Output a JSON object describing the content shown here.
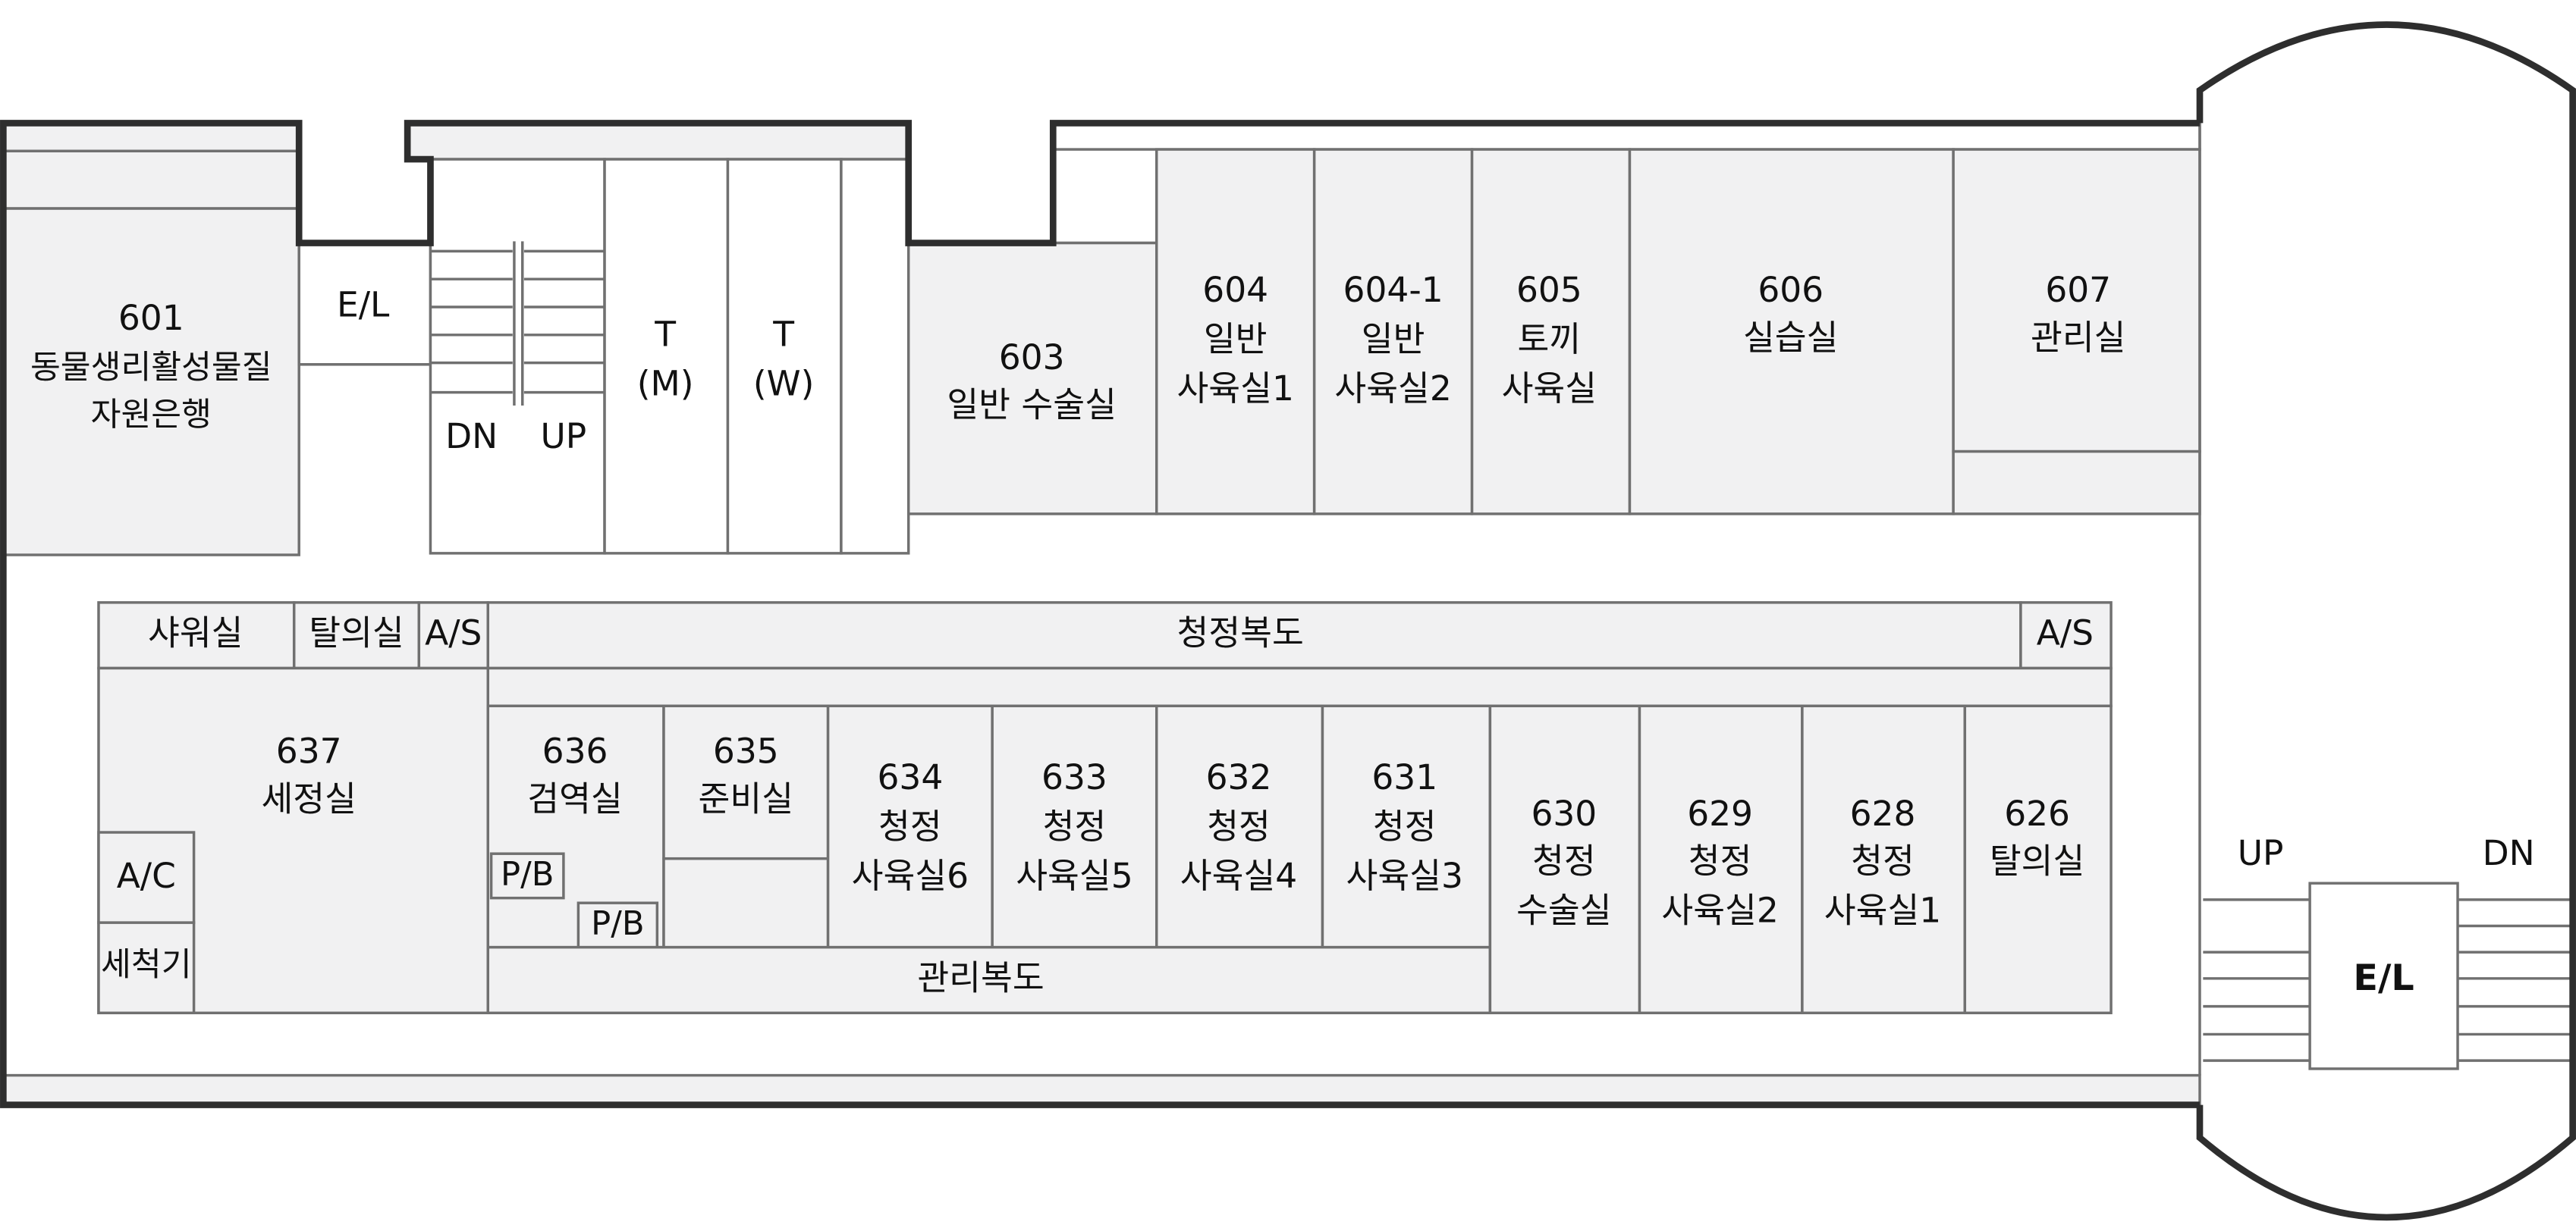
{
  "colors": {
    "wall": "#2e2e2e",
    "partition": "#707070",
    "room_fill": "#f1f1f2",
    "background": "#ffffff"
  },
  "core_left": {
    "elevator": "E/L",
    "stair_down": "DN",
    "stair_up": "UP",
    "toilet_m": [
      "T",
      "(M)"
    ],
    "toilet_w": [
      "T",
      "(W)"
    ]
  },
  "core_right": {
    "elevator": "E/L",
    "stair_up": "UP",
    "stair_down": "DN"
  },
  "rooms": {
    "r601": {
      "number": "601",
      "name": [
        "동물생리활성물질",
        "자원은행"
      ]
    },
    "r603": {
      "number": "603",
      "name": [
        "일반 수술실"
      ]
    },
    "r604": {
      "number": "604",
      "name": [
        "일반",
        "사육실1"
      ]
    },
    "r604_1": {
      "number": "604-1",
      "name": [
        "일반",
        "사육실2"
      ]
    },
    "r605": {
      "number": "605",
      "name": [
        "토끼",
        "사육실"
      ]
    },
    "r606": {
      "number": "606",
      "name": [
        "실습실"
      ]
    },
    "r607": {
      "number": "607",
      "name": [
        "관리실"
      ]
    },
    "r637": {
      "number": "637",
      "name": [
        "세정실"
      ]
    },
    "r636": {
      "number": "636",
      "name": [
        "검역실"
      ]
    },
    "r635": {
      "number": "635",
      "name": [
        "준비실"
      ]
    },
    "r634": {
      "number": "634",
      "name": [
        "청정",
        "사육실6"
      ]
    },
    "r633": {
      "number": "633",
      "name": [
        "청정",
        "사육실5"
      ]
    },
    "r632": {
      "number": "632",
      "name": [
        "청정",
        "사육실4"
      ]
    },
    "r631": {
      "number": "631",
      "name": [
        "청정",
        "사육실3"
      ]
    },
    "r630": {
      "number": "630",
      "name": [
        "청정",
        "수술실"
      ]
    },
    "r629": {
      "number": "629",
      "name": [
        "청정",
        "사육실2"
      ]
    },
    "r628": {
      "number": "628",
      "name": [
        "청정",
        "사육실1"
      ]
    },
    "r626": {
      "number": "626",
      "name": [
        "탈의실"
      ]
    }
  },
  "spaces": {
    "shower": "샤워실",
    "changing": "탈의실",
    "as_left": "A/S",
    "clean_corridor": "청정복도",
    "as_right": "A/S",
    "ac": "A/C",
    "washer": "세척기",
    "pb1": "P/B",
    "pb2": "P/B",
    "mgmt_corridor": "관리복도"
  }
}
